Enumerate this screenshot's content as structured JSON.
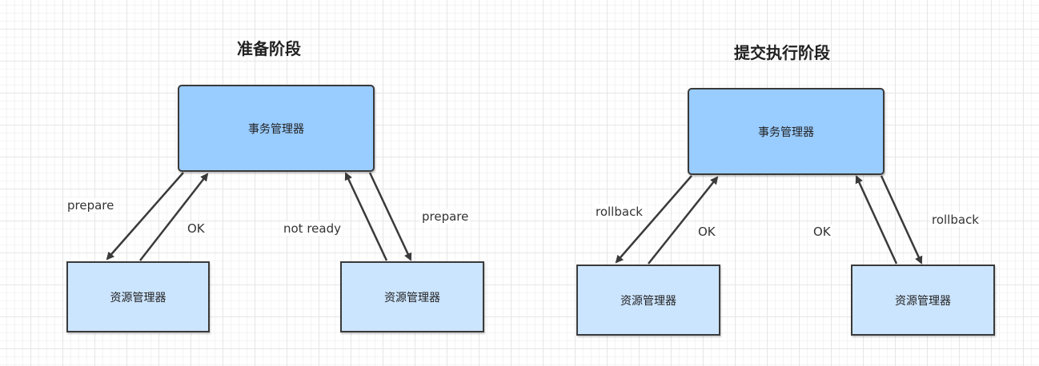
{
  "phases": [
    {
      "title": "准备阶段",
      "transaction_manager": "事务管理器",
      "resource_managers": [
        "资源管理器",
        "资源管理器"
      ],
      "labels": {
        "left_down": "prepare",
        "left_up": "OK",
        "right_up": "not ready",
        "right_down": "prepare"
      }
    },
    {
      "title": "提交执行阶段",
      "transaction_manager": "事务管理器",
      "resource_managers": [
        "资源管理器",
        "资源管理器"
      ],
      "labels": {
        "left_down": "rollback",
        "left_up": "OK",
        "right_up": "OK",
        "right_down": "rollback"
      }
    }
  ]
}
